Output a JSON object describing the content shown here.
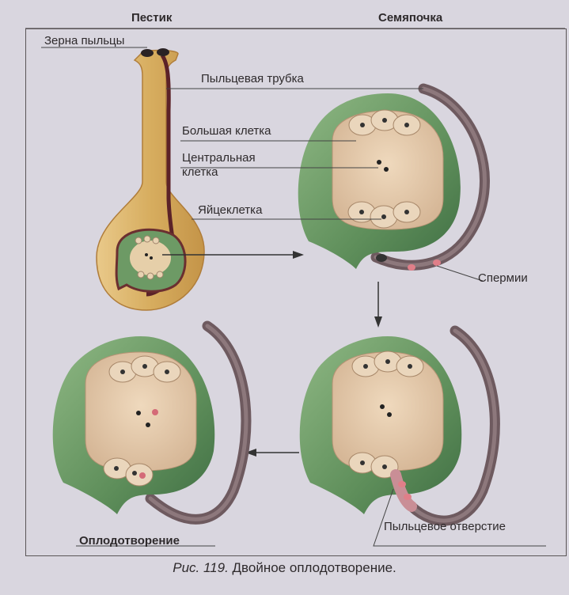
{
  "labels": {
    "pistil": "Пестик",
    "ovule": "Семяпочка",
    "pollen_grains": "Зерна пыльцы",
    "pollen_tube": "Пыльцевая трубка",
    "large_cell": "Большая клетка",
    "central_cell_line1": "Центральная",
    "central_cell_line2": "клетка",
    "egg_cell": "Яйцеклетка",
    "sperm": "Спермии",
    "micropyle": "Пыльцевое отверстие",
    "fertilization": "Оплодотворение"
  },
  "caption": {
    "prefix": "Рис. 119.",
    "text": " Двойное оплодотворение."
  },
  "colors": {
    "background": "#d9d6df",
    "ovule_green": "#5e8f5a",
    "embryo_sac": "#e3c7a8",
    "pollen_tube": "#6e5a5f",
    "pistil_yellow": "#d8b36b"
  }
}
